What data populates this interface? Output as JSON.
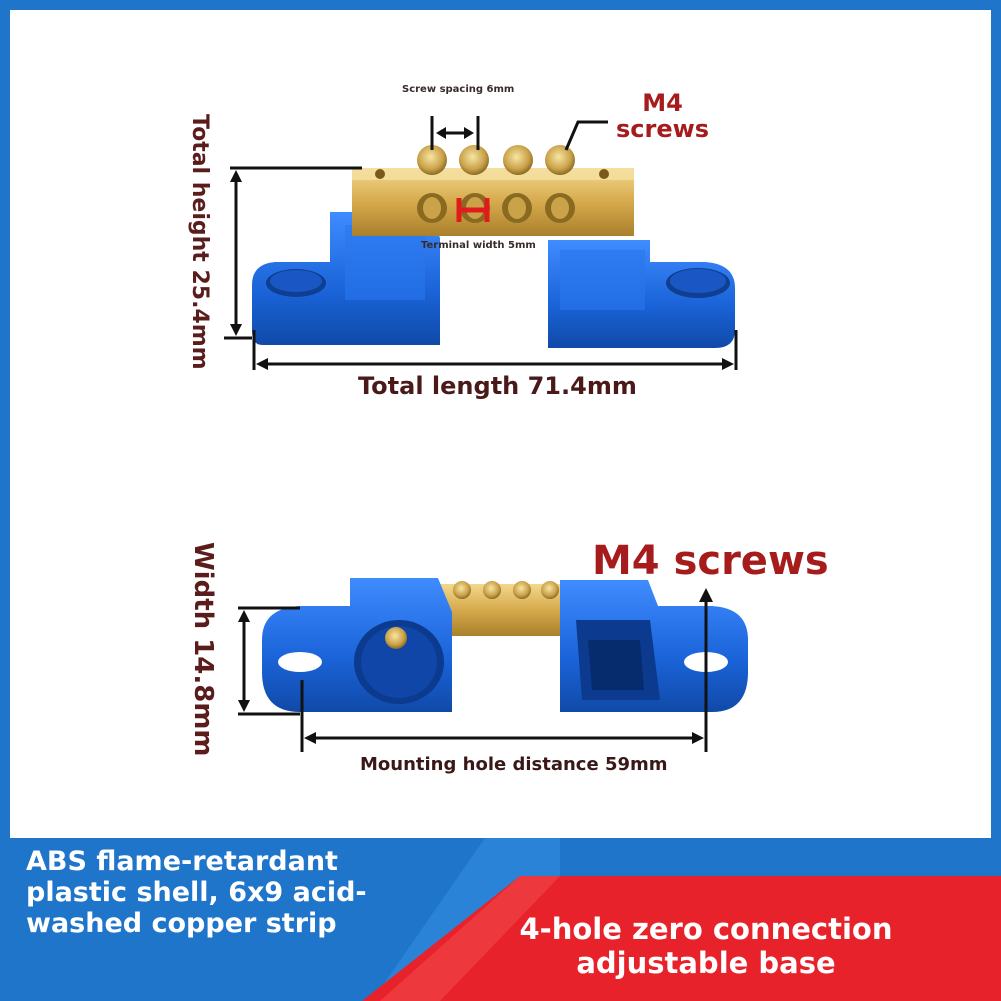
{
  "top_view": {
    "screw_spacing": "Screw spacing 6mm",
    "m4_screws": "M4\nscrews",
    "terminal_width": "Terminal width 5mm",
    "total_height": "Total height 25.4mm",
    "total_length": "Total length 71.4mm"
  },
  "bottom_view": {
    "m4_screws": "M4 screws",
    "width": "Width 14.8mm",
    "mounting_hole_distance": "Mounting hole distance 59mm"
  },
  "footer": {
    "left_text": "ABS flame-retardant plastic shell, 6x9 acid-washed copper strip",
    "right_text": "4-hole zero connection adjustable base"
  },
  "colors": {
    "border_blue": "#1f75c9",
    "banner_red": "#e8222a",
    "plastic_blue": "#1a63d8",
    "brass": "#d9b25a",
    "label_text": "#5b1c1c",
    "accent_red": "#a61c1c"
  }
}
